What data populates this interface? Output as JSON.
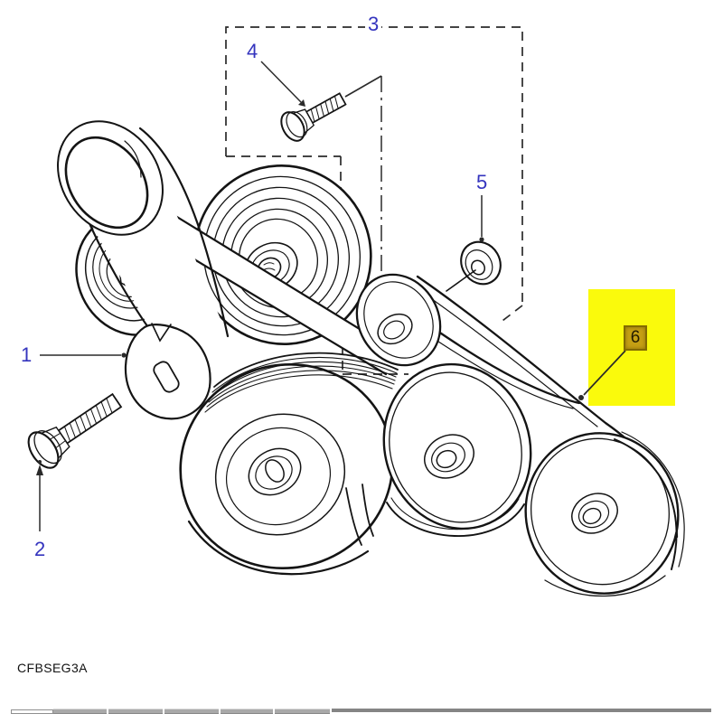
{
  "diagram": {
    "type": "exploded-parts-view-serpentine-belt-drive",
    "code": "CFBSEG3A",
    "callouts": [
      {
        "id": "1"
      },
      {
        "id": "2"
      },
      {
        "id": "3"
      },
      {
        "id": "4"
      },
      {
        "id": "5"
      },
      {
        "id": "6",
        "highlighted": true
      }
    ],
    "highlighted_callout": "6"
  },
  "colors": {
    "callout-blue": "#3434be",
    "ink": "#141414",
    "leader": "#2a2a2a",
    "highlight-yellow": "#fafa0c",
    "badge-gold": "#c5a014",
    "badge-border": "#826a00",
    "badge-text": "#241c00",
    "strip-mid": "#a9a9a9",
    "strip-light": "#d9d9d9",
    "strip-dark": "#858585"
  }
}
